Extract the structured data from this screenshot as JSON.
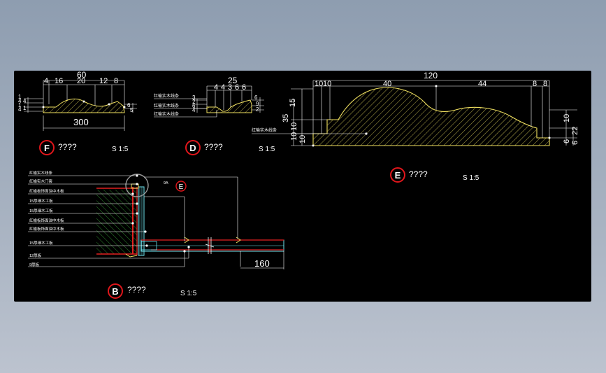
{
  "details": {
    "F": {
      "letter": "F",
      "title": "????",
      "scale": "S 1:5",
      "dims_top": [
        "60",
        "4",
        "16",
        "20",
        "12",
        "8"
      ],
      "dims_bottom": "300",
      "dims_left": [
        "1",
        "4",
        "1",
        "4",
        "4",
        "1"
      ],
      "dims_right": [
        "6",
        "5"
      ]
    },
    "D": {
      "letter": "D",
      "title": "????",
      "scale": "S 1:5",
      "dims_top": [
        "25",
        "4",
        "4",
        "3",
        "6",
        "6"
      ],
      "dims_left": [
        "3",
        "2",
        "6",
        "4"
      ],
      "dims_right": [
        "6",
        "9",
        "2"
      ],
      "labels": [
        "红榆实木线条",
        "红榆实木线条",
        "红榆实木线条"
      ]
    },
    "E": {
      "letter": "E",
      "title": "????",
      "scale": "S 1:5",
      "dims_top": [
        "120",
        "10",
        "10",
        "40",
        "44",
        "8",
        "8"
      ],
      "dims_left": [
        "15",
        "35",
        "10",
        "10",
        "10"
      ],
      "dims_right": [
        "10",
        "22",
        "6",
        "6"
      ],
      "label": "红榆实木线条"
    },
    "B": {
      "letter": "B",
      "title": "????",
      "scale": "S 1:5",
      "callout": "E",
      "callout_prefix": "9A",
      "dim_160": "160",
      "labels": [
        "红榆实木线条",
        "红榆实木门套",
        "红榆板饰面油中木板",
        "15厚细木工板",
        "15厚细木工板",
        "红榆板饰面油中木板",
        "红榆板饰面油中木板",
        "15厚细木工板",
        "12厚板",
        "9厚板"
      ]
    }
  },
  "colors": {
    "background": "#000000",
    "hatch": "#d4c85a",
    "outline": "#f0e060",
    "marker": "#e0161b",
    "cyan": "#6fe6f0",
    "green": "#3ca83c",
    "red": "#e32020"
  }
}
